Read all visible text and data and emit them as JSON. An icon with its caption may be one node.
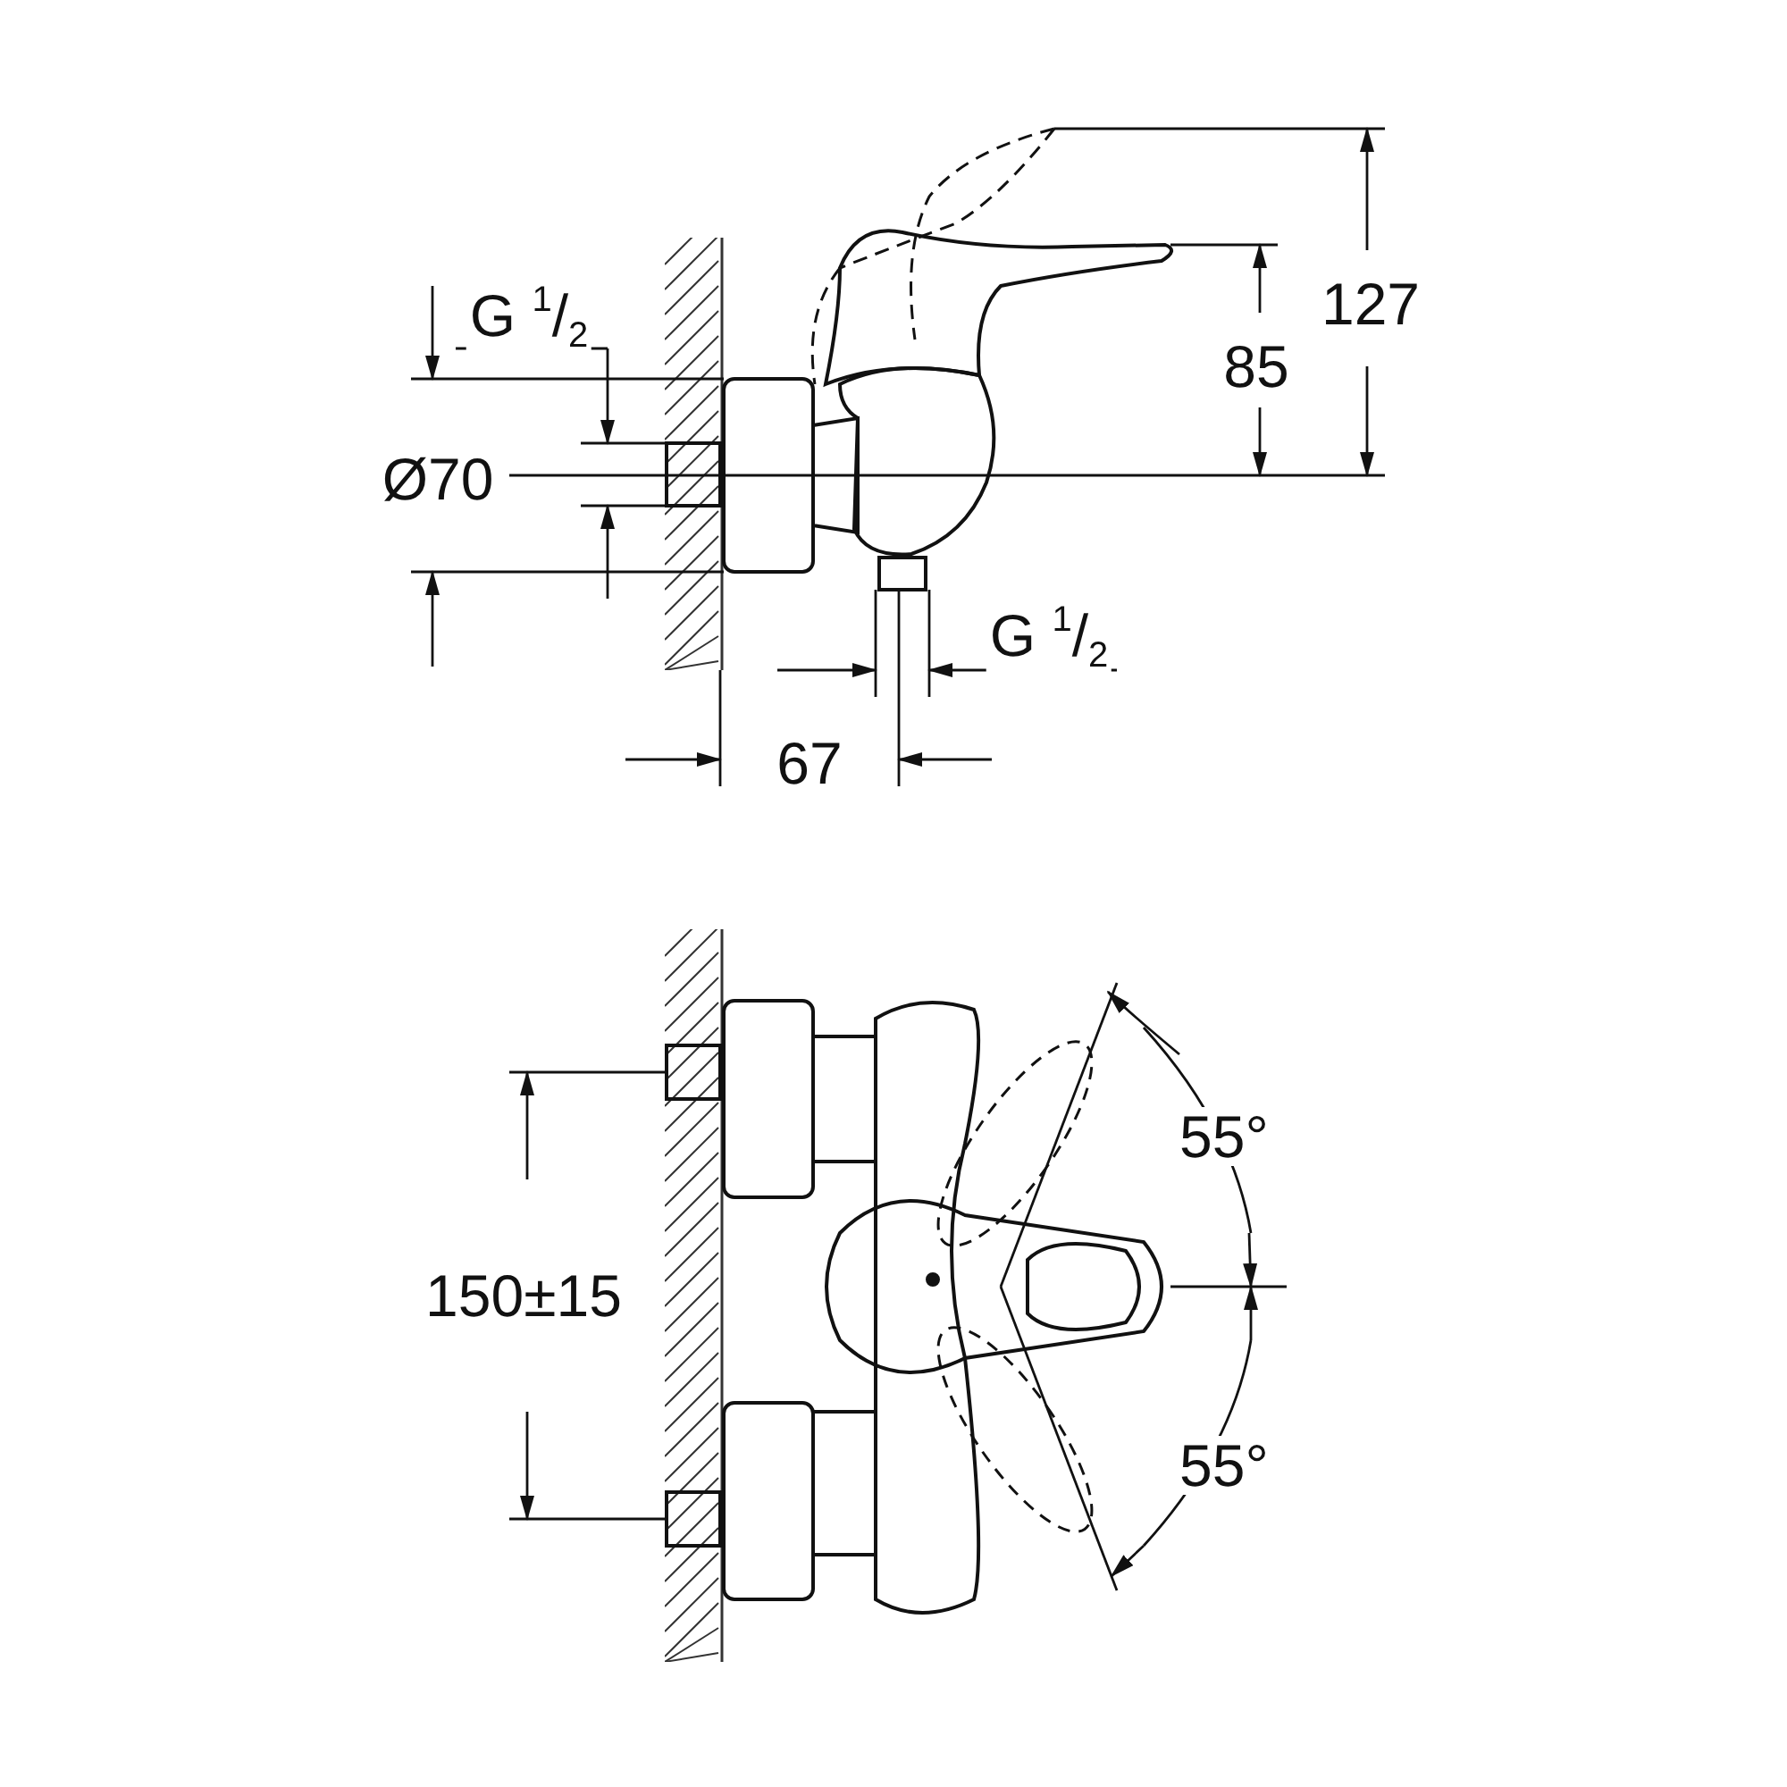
{
  "diagram": {
    "labels": [
      "G $^{1}$/$_{2}$",
      "Ø70",
      "127",
      "85",
      "G $^{1}$/$_{2}$",
      "67",
      "150±15",
      "55°",
      "55°"
    ]
  }
}
